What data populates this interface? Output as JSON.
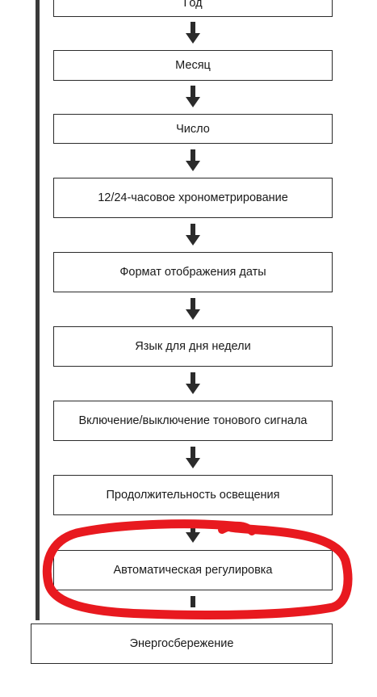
{
  "steps": [
    {
      "label": "Год"
    },
    {
      "label": "Месяц"
    },
    {
      "label": "Число"
    },
    {
      "label": "12/24-часовое хронометрирование"
    },
    {
      "label": "Формат отображения даты"
    },
    {
      "label": "Язык для дня недели"
    },
    {
      "label": "Включение/выключение тонового сигнала"
    },
    {
      "label": "Продолжительность освещения"
    },
    {
      "label": "Автоматическая регулировка"
    },
    {
      "label": "Энергосбережение"
    }
  ],
  "colors": {
    "line": "#2b2b2b",
    "bar": "#3a3a3a",
    "highlight": "#e8191f"
  },
  "icons": {
    "arrow": "down-arrow-icon",
    "highlight": "red-circle-annotation"
  }
}
